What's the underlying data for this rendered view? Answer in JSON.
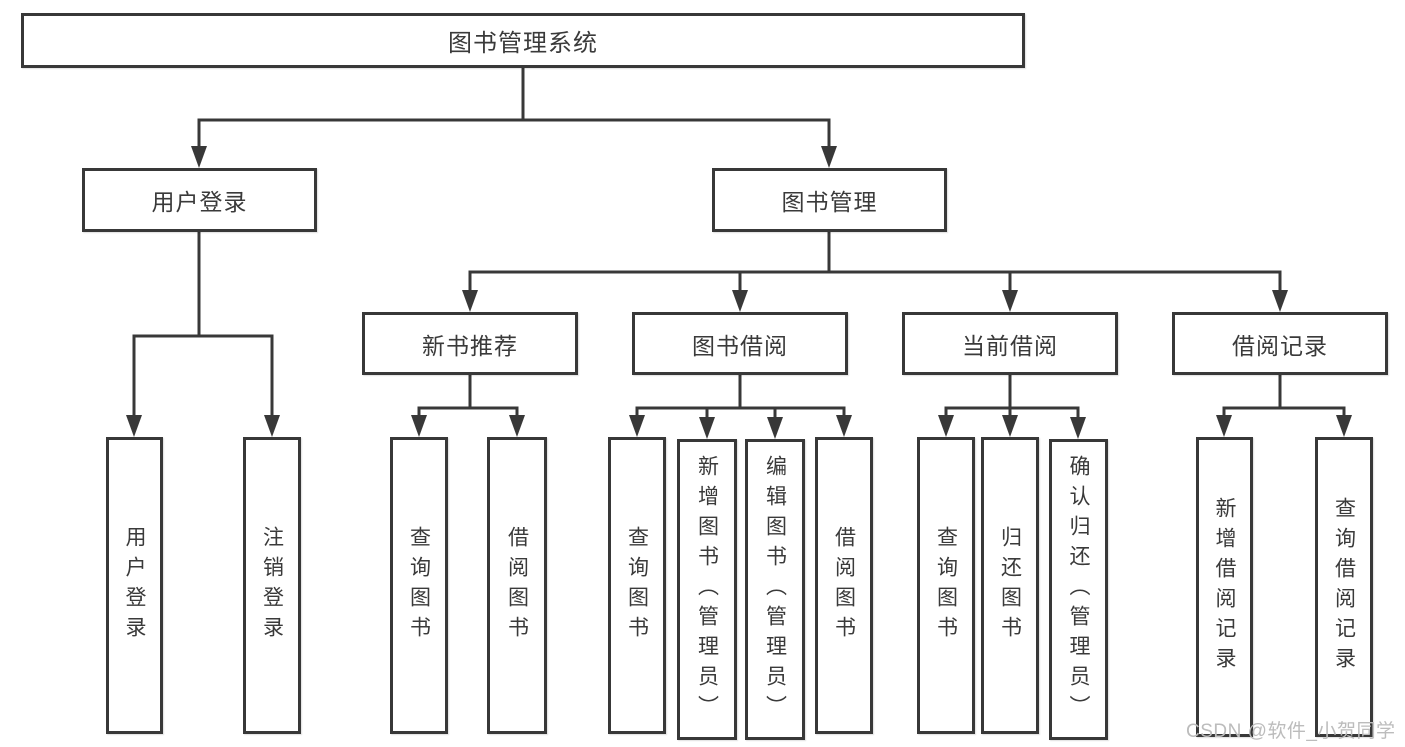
{
  "tree": {
    "label": "图书管理系统",
    "children": [
      {
        "label": "用户登录",
        "children": [
          {
            "label": "用户登录"
          },
          {
            "label": "注销登录"
          }
        ]
      },
      {
        "label": "图书管理",
        "children": [
          {
            "label": "新书推荐",
            "children": [
              {
                "label": "查询图书"
              },
              {
                "label": "借阅图书"
              }
            ]
          },
          {
            "label": "图书借阅",
            "children": [
              {
                "label": "查询图书"
              },
              {
                "label": "新增图书（管理员）"
              },
              {
                "label": "编辑图书（管理员）"
              },
              {
                "label": "借阅图书"
              }
            ]
          },
          {
            "label": "当前借阅",
            "children": [
              {
                "label": "查询图书"
              },
              {
                "label": "归还图书"
              },
              {
                "label": "确认归还（管理员）"
              }
            ]
          },
          {
            "label": "借阅记录",
            "children": [
              {
                "label": "新增借阅记录"
              },
              {
                "label": "查询借阅记录"
              }
            ]
          }
        ]
      }
    ]
  },
  "watermark": {
    "text": "CSDN @软件_小贺同学"
  },
  "colors": {
    "line": "#383838",
    "box_border": "#383838",
    "box_fill": "#ffffff",
    "text": "#3a3a3a",
    "watermark": "#bcbcbc",
    "background": "#ffffff"
  }
}
